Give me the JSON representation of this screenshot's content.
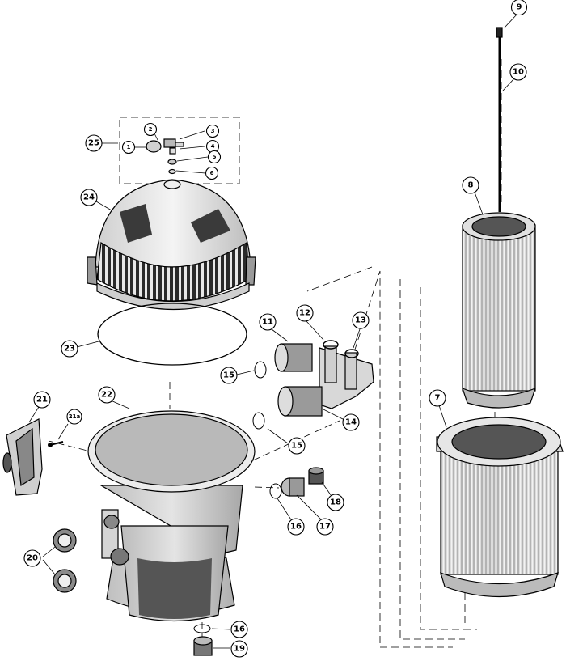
{
  "callouts": {
    "c1": "1",
    "c2": "2",
    "c3": "3",
    "c4": "4",
    "c5": "5",
    "c6": "6",
    "c7": "7",
    "c8": "8",
    "c9": "9",
    "c10": "10",
    "c11": "11",
    "c12": "12",
    "c13": "13",
    "c14": "14",
    "c15a": "15",
    "c15b": "15",
    "c16a": "16",
    "c16b": "16",
    "c17": "17",
    "c18": "18",
    "c19": "19",
    "c20": "20",
    "c21": "21",
    "c21a": "21a",
    "c22": "22",
    "c23": "23",
    "c24": "24",
    "c25": "25"
  }
}
